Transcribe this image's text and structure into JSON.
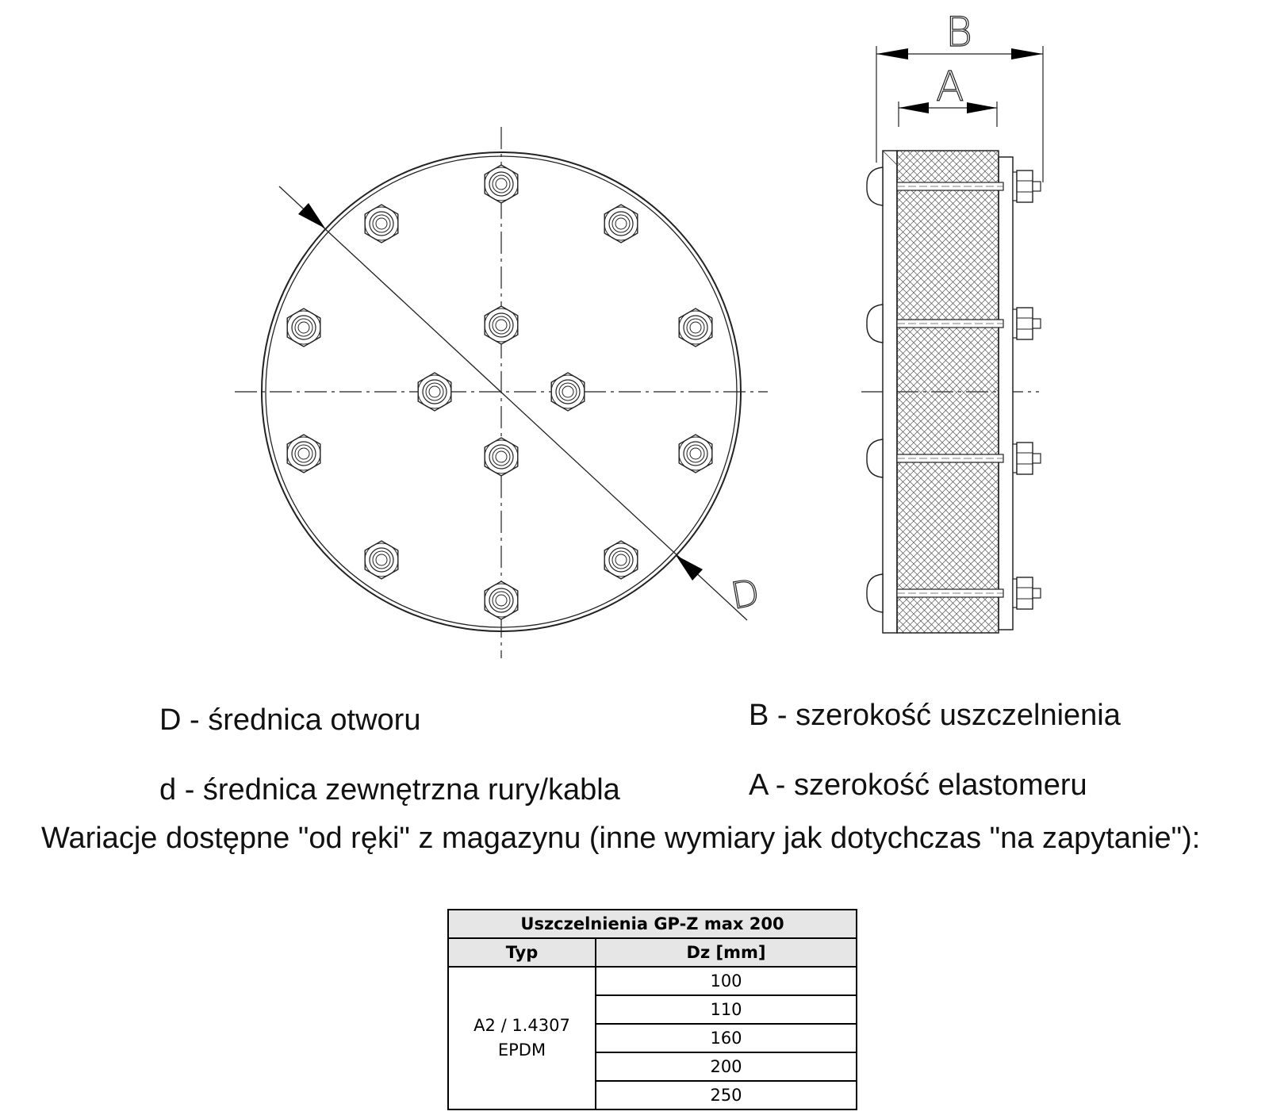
{
  "labels": {
    "B": "B",
    "A": "A",
    "D": "D"
  },
  "legend": {
    "D": "D - średnica otworu",
    "d": "d - średnica zewnętrzna rury/kabla",
    "B": "B - szerokość uszczelnienia",
    "A": "A - szerokość elastomeru"
  },
  "note": "Wariacje dostępne \"od ręki\" z magazynu (inne wymiary jak dotychczas \"na zapytanie\"):",
  "table": {
    "title": "Uszczelnienia GP-Z max 200",
    "headers": [
      "Typ",
      "Dz [mm]"
    ],
    "typ_line1": "A2 / 1.4307",
    "typ_line2": "EPDM",
    "dz_values": [
      "100",
      "110",
      "160",
      "200",
      "250"
    ]
  }
}
